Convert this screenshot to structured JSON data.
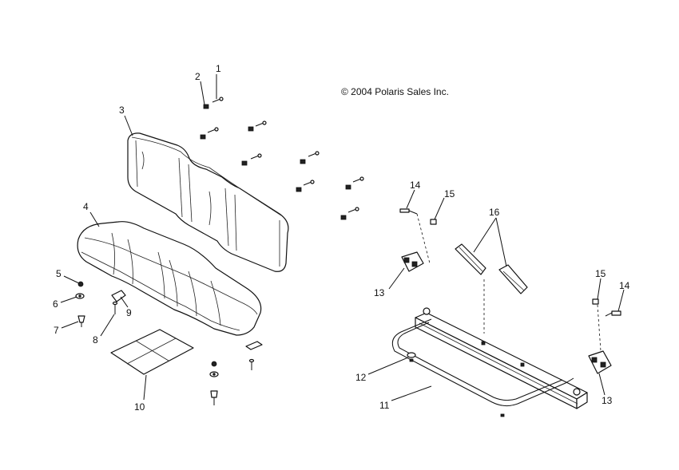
{
  "copyright": "© 2004 Polaris Sales Inc.",
  "callouts": {
    "c1": "1",
    "c2": "2",
    "c3": "3",
    "c4": "4",
    "c5": "5",
    "c6": "6",
    "c7": "7",
    "c8": "8",
    "c9": "9",
    "c10": "10",
    "c11": "11",
    "c12": "12",
    "c13a": "13",
    "c13b": "13",
    "c14a": "14",
    "c14b": "14",
    "c15a": "15",
    "c15b": "15",
    "c16": "16"
  }
}
